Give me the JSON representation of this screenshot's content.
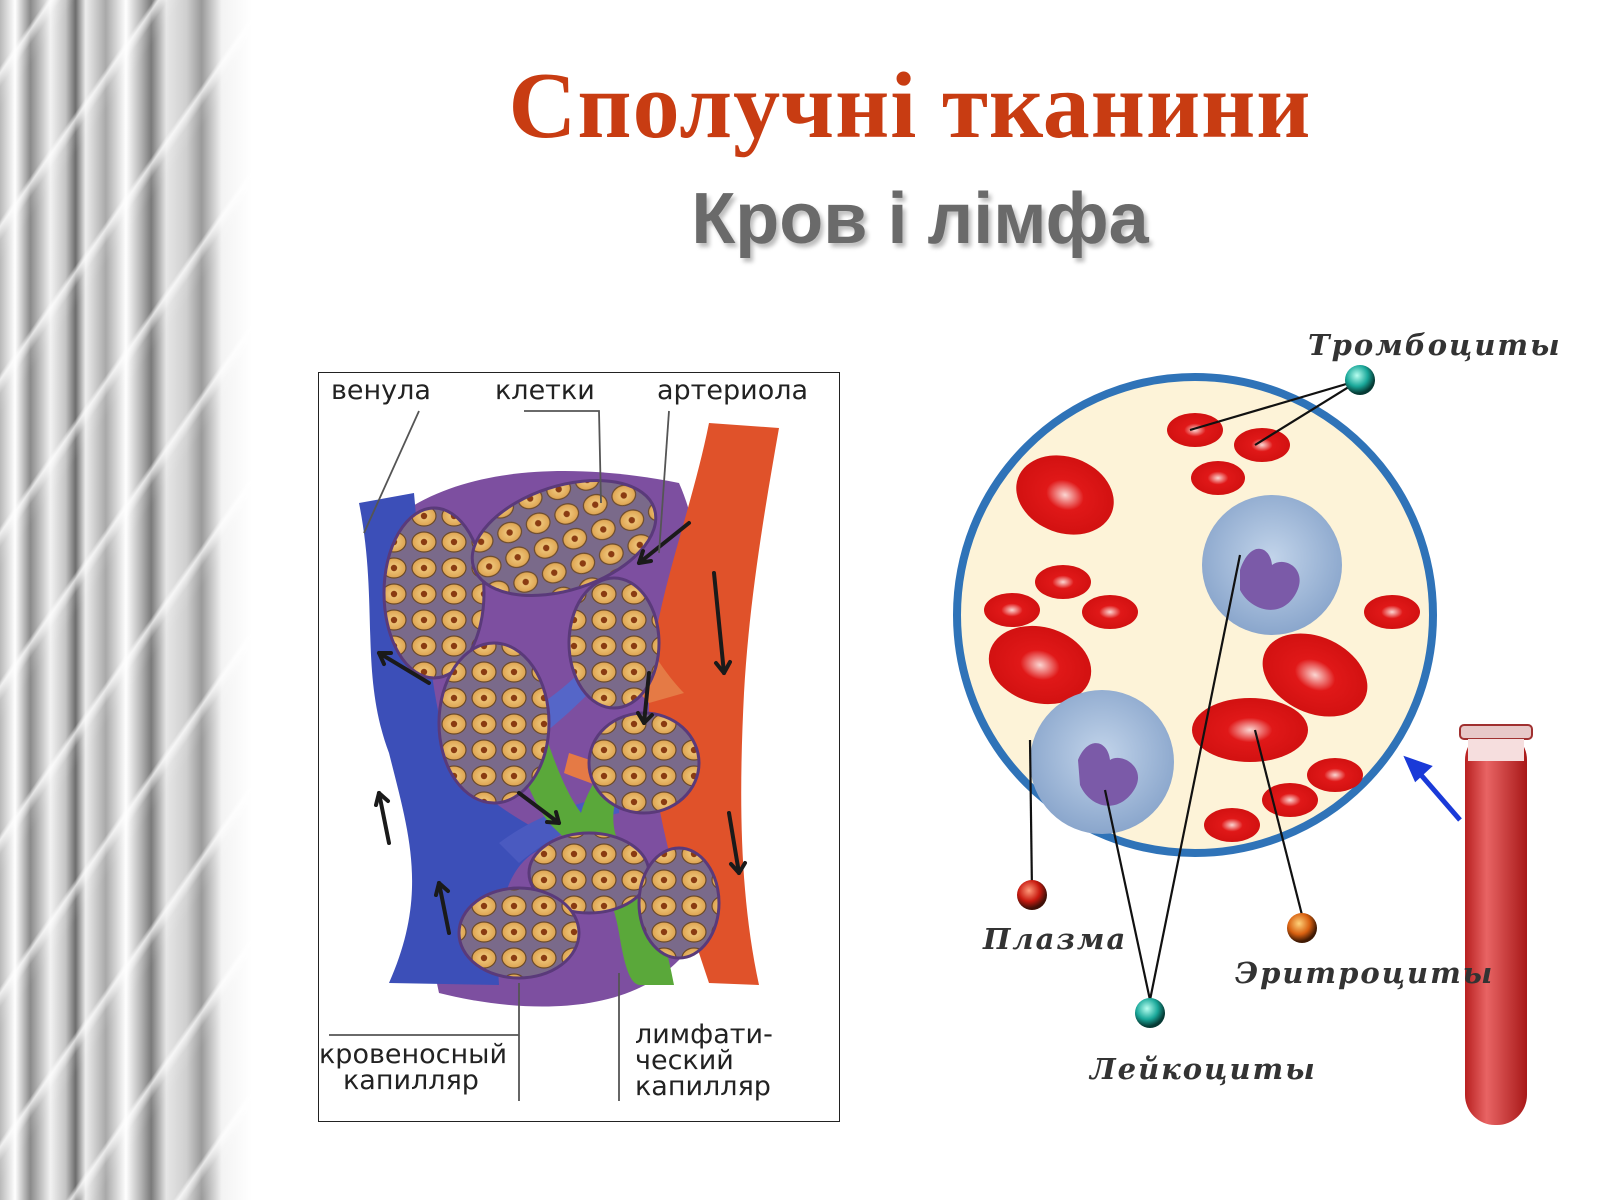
{
  "title": "Сполучні тканини",
  "subtitle": "Кров і лімфа",
  "tissue_diagram": {
    "labels": {
      "venule": "венула",
      "cells": "клетки",
      "arteriole": "артериола",
      "blood_cap_1": "кровеносный",
      "blood_cap_2": "капилляр",
      "lymph_cap_1": "лимфати-",
      "lymph_cap_2": "ческий",
      "lymph_cap_3": "капилляр"
    },
    "colors": {
      "vein": "#3c4fb8",
      "artery": "#e0522a",
      "lymph": "#5aa83a",
      "cells": "#e8b868"
    }
  },
  "blood_diagram": {
    "labels": {
      "platelets": "Тромбоциты",
      "plasma": "Плазма",
      "erythrocytes": "Эритроциты",
      "leukocytes": "Лейкоциты"
    },
    "colors": {
      "rbc": "#e01818",
      "circle_border": "#2f73b8",
      "plasma_bg": "#fdf3d8",
      "wbc": "#9db5d6"
    }
  }
}
